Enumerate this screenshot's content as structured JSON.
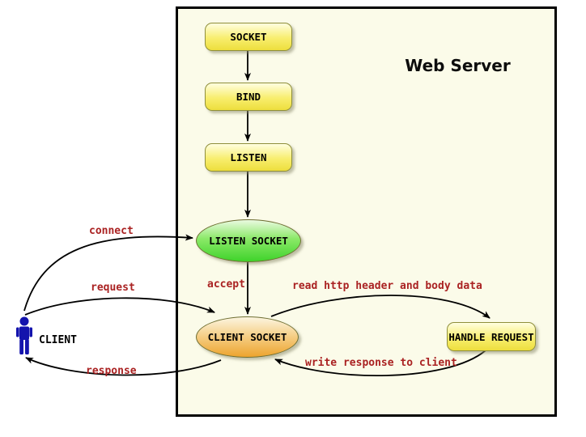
{
  "diagram": {
    "title": "Web Server",
    "nodes": {
      "socket": "SOCKET",
      "bind": "BIND",
      "listen": "LISTEN",
      "listen_socket": "LISTEN SOCKET",
      "client_socket": "CLIENT SOCKET",
      "handle_request": "HANDLE REQUEST",
      "client": "CLIENT"
    },
    "edge_labels": {
      "connect": "connect",
      "request": "request",
      "response": "response",
      "accept": "accept",
      "read": "read http header and body data",
      "write": "write response to client"
    },
    "colors": {
      "edge_label_red": "#aa2222",
      "server_background": "#fbfbe9",
      "server_border": "#000000",
      "rect_node_top": "#fffee0",
      "rect_node_bottom": "#edde3d",
      "rect_node_border": "#8f8f3b",
      "listen_socket_top": "#eafae1",
      "listen_socket_bottom": "#3fd32b",
      "client_socket_top": "#fcf5e0",
      "client_socket_bottom": "#eda42e",
      "client_person_blue": "#1313ad"
    }
  }
}
